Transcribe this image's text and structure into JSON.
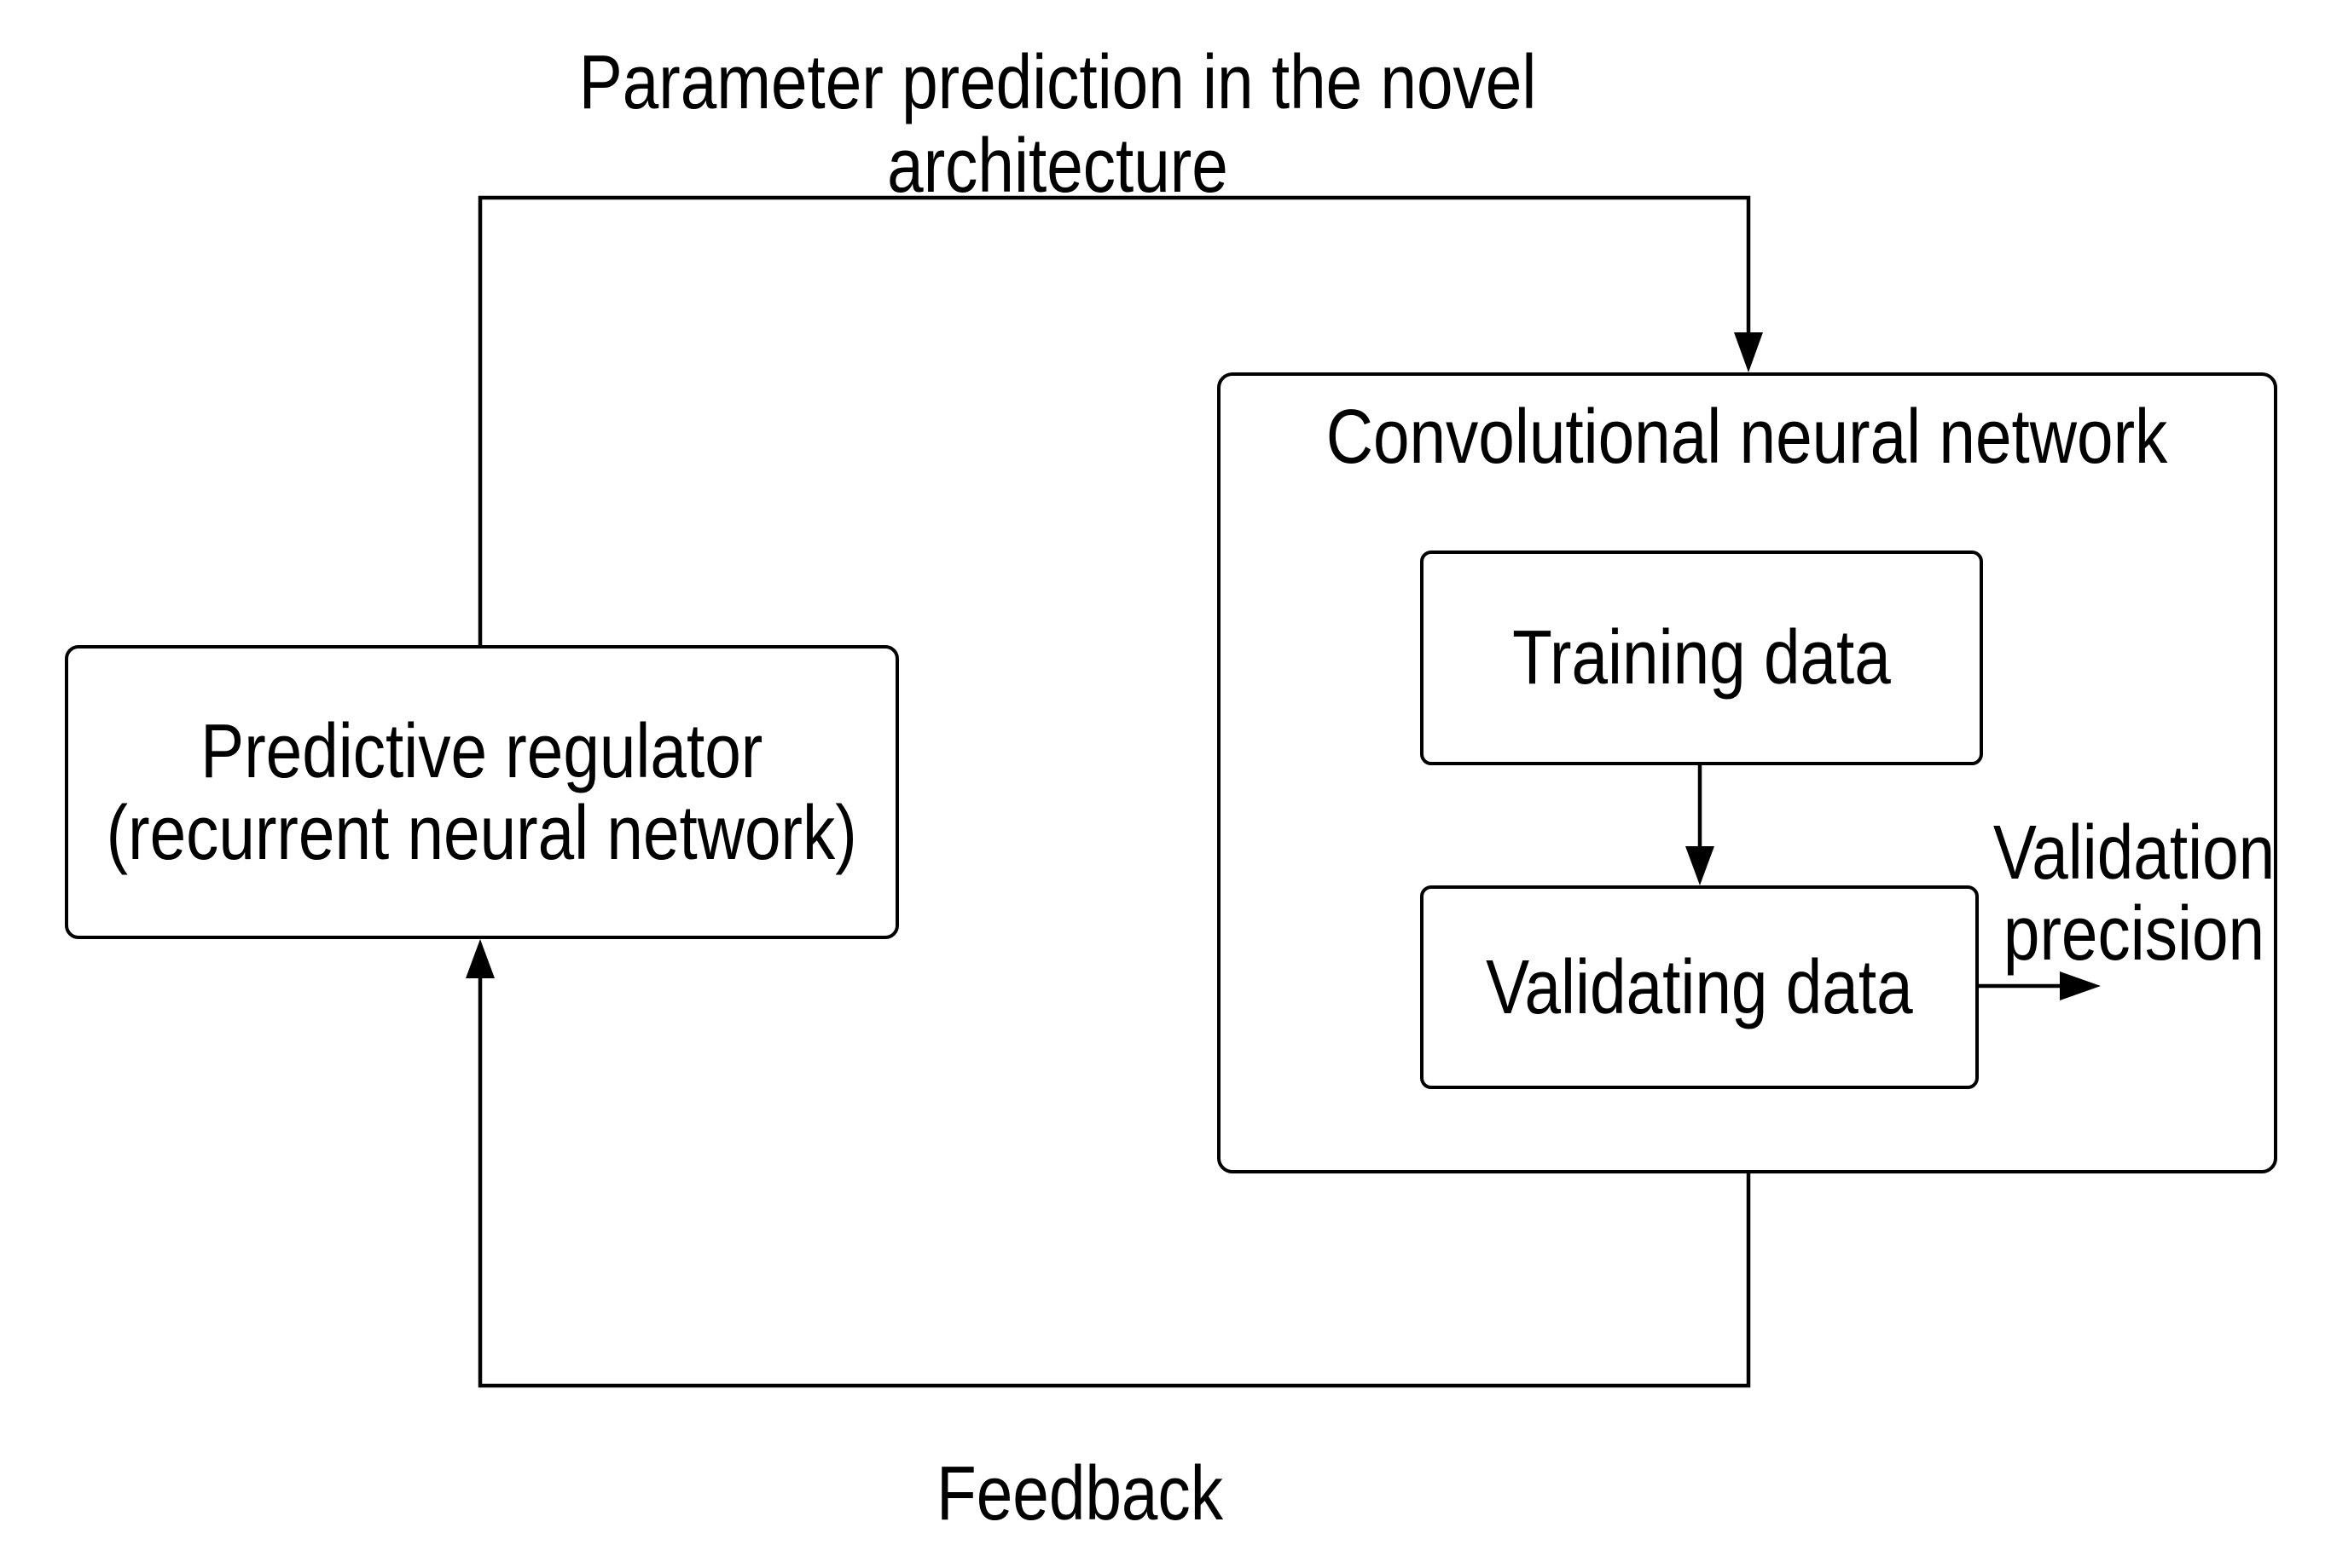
{
  "diagram": {
    "title": {
      "line1": "Parameter prediction in the novel",
      "line2": "architecture"
    },
    "predictive_regulator": {
      "line1": "Predictive regulator",
      "line2": "(recurrent neural network)"
    },
    "cnn": {
      "title": "Convolutional neural network",
      "training_label": "Training data",
      "validating_label": "Validating data"
    },
    "validation_output": {
      "line1": "Validation",
      "line2": "precision"
    },
    "feedback_label": "Feedback",
    "colors": {
      "stroke": "#000000",
      "text": "#000000",
      "background": "#ffffff"
    }
  }
}
